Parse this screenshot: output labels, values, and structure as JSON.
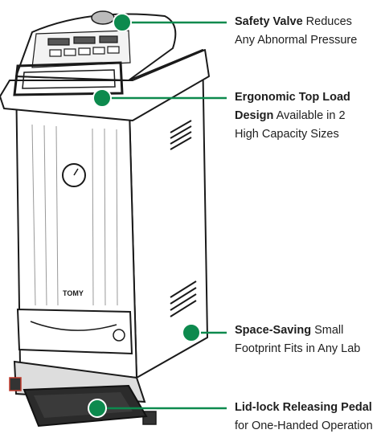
{
  "brand": "TOMY",
  "accent_color": "#0d8a4e",
  "callouts": [
    {
      "id": "safety-valve",
      "bold": "Safety Valve",
      "rest": " Reduces",
      "line2": "Any Abnormal Pressure"
    },
    {
      "id": "top-load",
      "bold": "Ergonomic Top Load",
      "line2_bold": "Design",
      "line2_rest": " Available in 2",
      "line3": "High Capacity Sizes"
    },
    {
      "id": "space-saving",
      "bold": "Space-Saving",
      "rest": " Small",
      "line2": "Footprint Fits in Any Lab"
    },
    {
      "id": "pedal",
      "bold": "Lid-lock Releasing Pedal",
      "line2": "for One-Handed Operation"
    }
  ]
}
